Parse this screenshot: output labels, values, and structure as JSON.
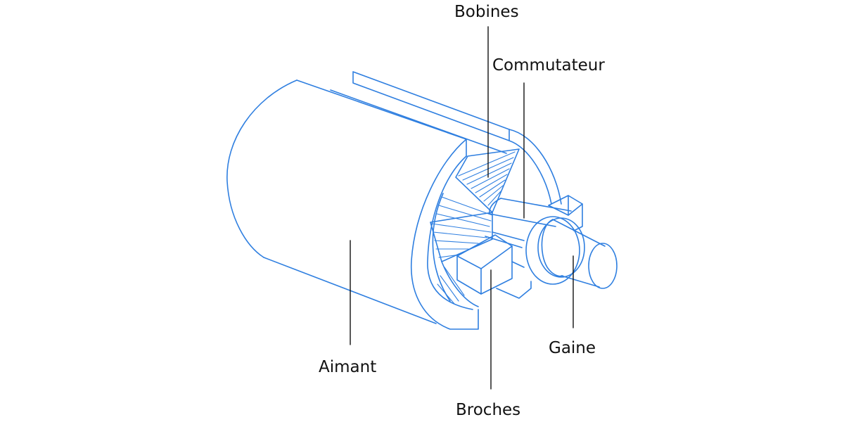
{
  "diagram": {
    "labels": {
      "bobines": "Bobines",
      "commutateur": "Commutateur",
      "aimant": "Aimant",
      "gaine": "Gaine",
      "broches": "Broches"
    },
    "colors": {
      "outline": "#2f7fe0",
      "leader": "#111111",
      "text": "#111111",
      "background": "#ffffff"
    }
  }
}
